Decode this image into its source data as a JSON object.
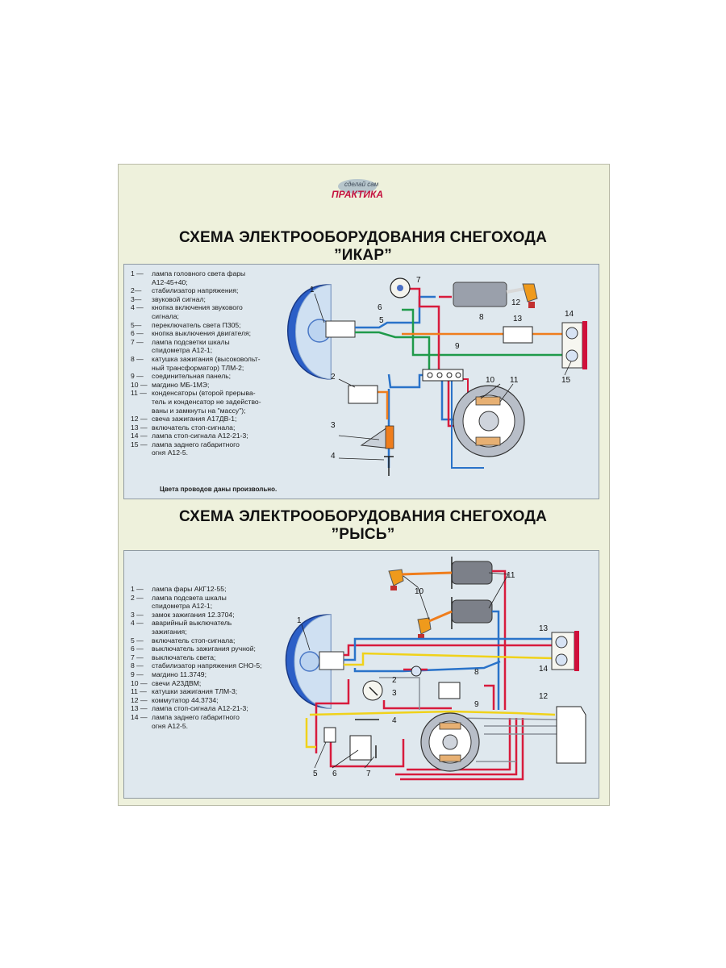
{
  "rubric": {
    "badge": "ПРАКТИКА",
    "small": "сделай сам"
  },
  "scheme1": {
    "title_line1": "СХЕМА ЭЛЕКТРООБОРУДОВАНИЯ СНЕГОХОДА",
    "title_line2": "”ИКАР”",
    "legend": [
      {
        "num": "1 —",
        "text": "лампа головного света фары\nА12-45+40;"
      },
      {
        "num": "2—",
        "text": "стабилизатор напряжения;"
      },
      {
        "num": "3—",
        "text": "звуковой сигнал;"
      },
      {
        "num": "4 —",
        "text": "кнопка включения звукового\nсигнала;"
      },
      {
        "num": "5—",
        "text": "переключатель света П305;"
      },
      {
        "num": "6 —",
        "text": "кнопка выключения двигателя;"
      },
      {
        "num": "7 —",
        "text": "лампа подсветки шкалы\nспидометра А12-1;"
      },
      {
        "num": "8 —",
        "text": "катушка зажигания (высоковольт-\nный трансформатор) ТЛМ-2;"
      },
      {
        "num": "9 —",
        "text": "соединительная панель;"
      },
      {
        "num": "10 —",
        "text": "магдино МБ-1МЭ;"
      },
      {
        "num": "11 —",
        "text": "конденсаторы (второй прерыва-\nтель и конденсатор не задейство-\nваны и замкнуты на \"массу\");"
      },
      {
        "num": "12 —",
        "text": "свеча зажигания А17ДВ-1;"
      },
      {
        "num": "13 —",
        "text": "включатель стоп-сигнала;"
      },
      {
        "num": "14 —",
        "text": "лампа стоп-сигнала А12-21-3;"
      },
      {
        "num": "15 —",
        "text": "лампа заднего габаритного\nогня А12-5."
      }
    ],
    "note": "Цвета проводов даны произвольно.",
    "labels": {
      "l1": "1",
      "l2": "2",
      "l3": "3",
      "l4": "4",
      "l5": "5",
      "l6": "6",
      "l7": "7",
      "l8": "8",
      "l9": "9",
      "l10": "10",
      "l11": "11",
      "l12": "12",
      "l13": "13",
      "l14": "14",
      "l15": "15"
    }
  },
  "scheme2": {
    "title_line1": "СХЕМА ЭЛЕКТРООБОРУДОВАНИЯ СНЕГОХОДА",
    "title_line2": "”РЫСЬ”",
    "legend": [
      {
        "num": "1 —",
        "text": "лампа фары АКГ12-55;"
      },
      {
        "num": "2 —",
        "text": "лампа подсвета шкалы\nспидометра А12-1;"
      },
      {
        "num": "3 —",
        "text": "замок зажигания 12.3704;"
      },
      {
        "num": "4 —",
        "text": "аварийный выключатель\nзажигания;"
      },
      {
        "num": "5 —",
        "text": "включатель стоп-сигнала;"
      },
      {
        "num": "6 —",
        "text": "выключатель зажигания ручной;"
      },
      {
        "num": "7 —",
        "text": "выключатель света;"
      },
      {
        "num": "8 —",
        "text": "стабилизатор напряжения СНО-5;"
      },
      {
        "num": "9 —",
        "text": "магдино 11.3749;"
      },
      {
        "num": "10 —",
        "text": "свечи А23ДВМ;"
      },
      {
        "num": "11 —",
        "text": "катушки зажигания ТЛМ-3;"
      },
      {
        "num": "12 —",
        "text": "коммутатор 44.3734;"
      },
      {
        "num": "13 —",
        "text": "лампа стоп-сигнала А12-21-3;"
      },
      {
        "num": "14 —",
        "text": "лампа заднего габаритного\nогня А12-5."
      }
    ],
    "labels": {
      "l1": "1",
      "l2": "2",
      "l3": "3",
      "l4": "4",
      "l5": "5",
      "l6": "6",
      "l7": "7",
      "l8": "8",
      "l9": "9",
      "l10": "10",
      "l11": "11",
      "l12": "12",
      "l13": "13",
      "l14": "14"
    }
  },
  "colors": {
    "sheet": "#eef1dc",
    "panel": "#dfe8ee",
    "wire_red": "#d81b3c",
    "wire_blue": "#2a73c9",
    "wire_green": "#1f9a4a",
    "wire_yellow": "#f0d21a",
    "wire_orange": "#ef7d1c",
    "headlamp": "#2c5fc7",
    "tail_lamp": "#d0103a"
  }
}
